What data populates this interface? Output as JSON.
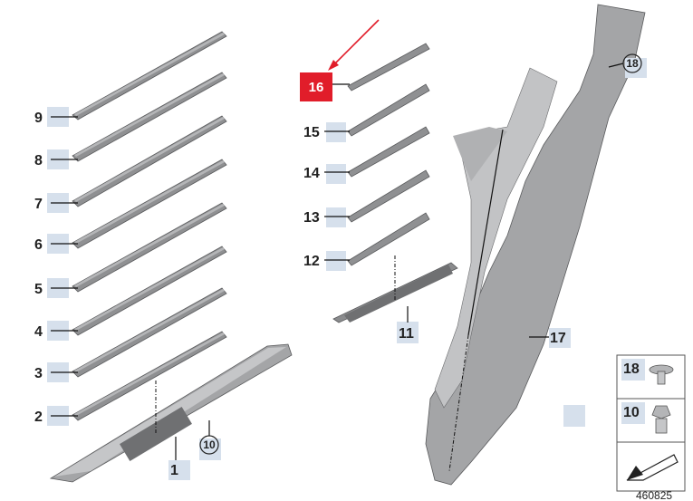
{
  "callouts": {
    "c1": "1",
    "c2": "2",
    "c3": "3",
    "c4": "4",
    "c5": "5",
    "c6": "6",
    "c7": "7",
    "c8": "8",
    "c9": "9",
    "c10": "10",
    "c11": "11",
    "c12": "12",
    "c13": "13",
    "c14": "14",
    "c15": "15",
    "c16": "16",
    "c17": "17",
    "c18": "18"
  },
  "legend": {
    "item_18": "18",
    "item_10": "10"
  },
  "diagram_id": "460825",
  "colors": {
    "highlight": "#e11d2a",
    "label_background": "#d6e0ec",
    "part_grey": "#8f9092"
  },
  "icons": [
    "arrow-icon",
    "clip-18-icon",
    "clip-10-icon",
    "direction-arrow-icon"
  ]
}
